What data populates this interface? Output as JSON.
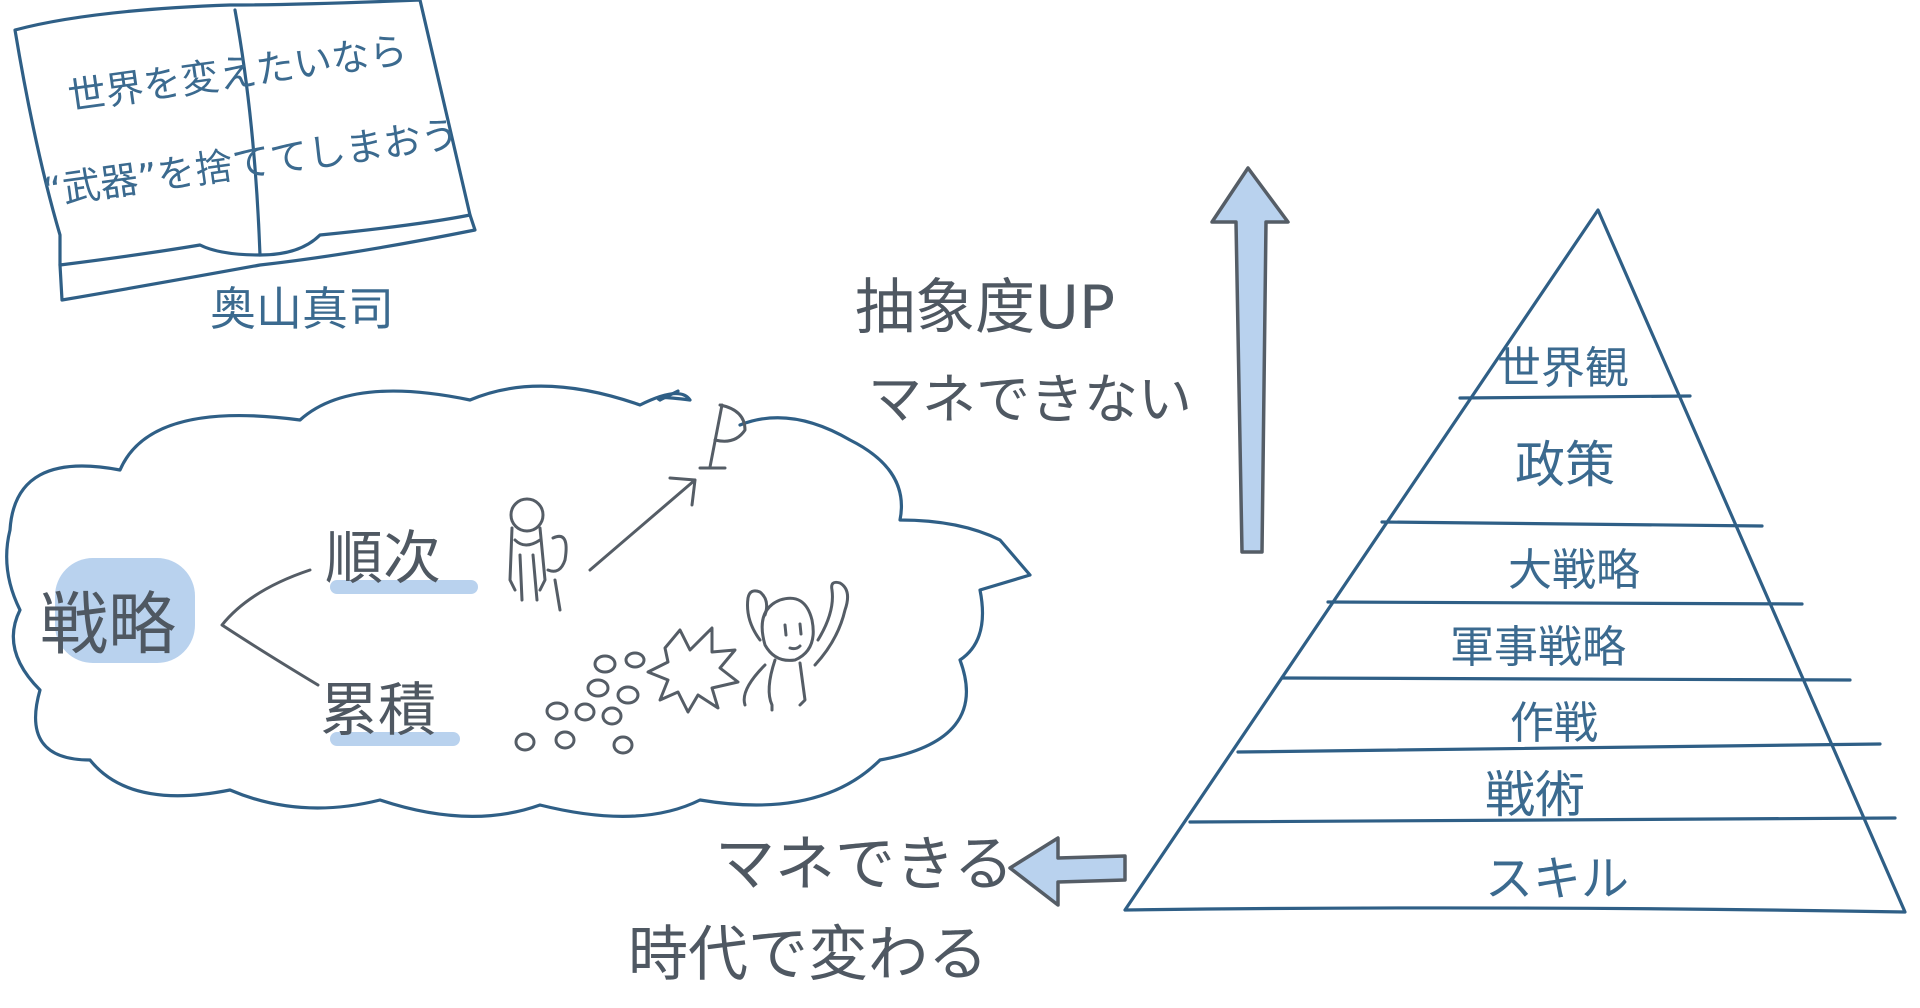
{
  "book": {
    "line1": "世界を変えたいなら",
    "line2": "“武器”を捨ててしまおう",
    "author": "奥山真司"
  },
  "arrow_up": {
    "line1": "抽象度UP",
    "line2": "マネできない"
  },
  "arrow_left": {
    "line1": "マネできる",
    "line2": "時代で変わる"
  },
  "cloud": {
    "center": "戦略",
    "branch_top": "順次",
    "branch_bottom": "累積"
  },
  "pyramid": {
    "levels": [
      "世界観",
      "政策",
      "大戦略",
      "軍事戦略",
      "作戦",
      "戦術",
      "スキル"
    ]
  },
  "colors": {
    "ink_blue": "#2f5f86",
    "highlight": "#b9d2ee",
    "text_gray": "#4f5862"
  }
}
